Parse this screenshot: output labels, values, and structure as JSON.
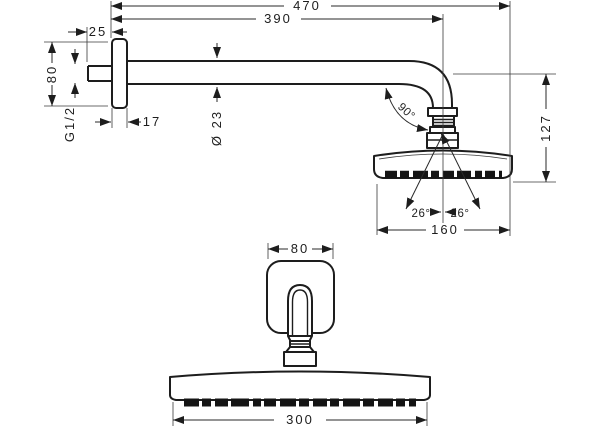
{
  "colors": {
    "line": "#1d1d1d",
    "background": "#ffffff"
  },
  "side_view": {
    "dim_total_projection": "470",
    "dim_arm_length": "390",
    "dim_wall_stub": "25",
    "dim_flange_height": "80",
    "thread_size": "G1/2",
    "dim_flange_depth": "17",
    "dim_arm_diameter": "Ø 23",
    "angle_arm_bend": "90°",
    "angle_spray_left": "26°",
    "angle_spray_right": "26°",
    "dim_head_depth": "160",
    "dim_head_drop": "127"
  },
  "front_view": {
    "dim_flange_width": "80",
    "dim_head_diameter": "300"
  }
}
